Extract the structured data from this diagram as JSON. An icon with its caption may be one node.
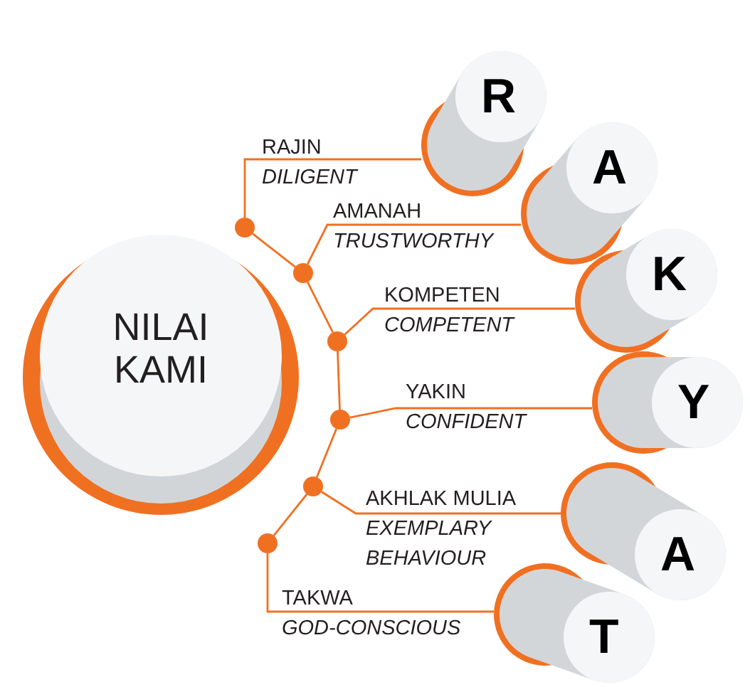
{
  "diagram": {
    "nodes": [
      {
        "text": [
          "NILAI KAMI"
        ]
      },
      {
        "text": [],
        "shape": "circle"
      },
      {
        "text": [],
        "shape": "circle"
      },
      {
        "text": [],
        "shape": "circle"
      },
      {
        "text": [],
        "shape": "circle"
      },
      {
        "text": [],
        "shape": "circle"
      },
      {
        "text": [],
        "shape": "circle"
      },
      {
        "text": [
          "RAJIN",
          "DILIGENT"
        ]
      },
      {
        "text": [
          "AMANAH",
          "TRUSTWORTHY"
        ]
      },
      {
        "text": [
          "KOMPETEN",
          "COMPETENT"
        ]
      },
      {
        "text": [
          "YAKIN",
          "CONFIDENT"
        ]
      },
      {
        "text": [
          "AKHLAK MULIA",
          "EXEMPLARY BEHAVIOUR"
        ]
      },
      {
        "text": [
          "TAKWA",
          "GOD-CONSCIOUS"
        ]
      },
      {
        "text": [
          "R"
        ]
      },
      {
        "text": [
          "A"
        ]
      },
      {
        "text": [
          "K"
        ]
      },
      {
        "text": [
          "Y"
        ]
      },
      {
        "text": [
          "A"
        ]
      },
      {
        "text": [
          "T"
        ]
      }
    ],
    "edges": [
      {
        "from": 1,
        "to": 2,
        "arrow": "none"
      },
      {
        "from": 2,
        "to": 3,
        "arrow": "none"
      },
      {
        "from": 3,
        "to": 4,
        "arrow": "none"
      },
      {
        "from": 4,
        "to": 5,
        "arrow": "none"
      },
      {
        "from": 5,
        "to": 6,
        "arrow": "none"
      },
      {
        "from": 1,
        "to": 13,
        "arrow": "none"
      },
      {
        "from": 2,
        "to": 14,
        "arrow": "none"
      },
      {
        "from": 3,
        "to": 15,
        "arrow": "none"
      },
      {
        "from": 4,
        "to": 16,
        "arrow": "none"
      },
      {
        "from": 5,
        "to": 17,
        "arrow": "none"
      },
      {
        "from": 6,
        "to": 18,
        "arrow": "none"
      }
    ]
  }
}
